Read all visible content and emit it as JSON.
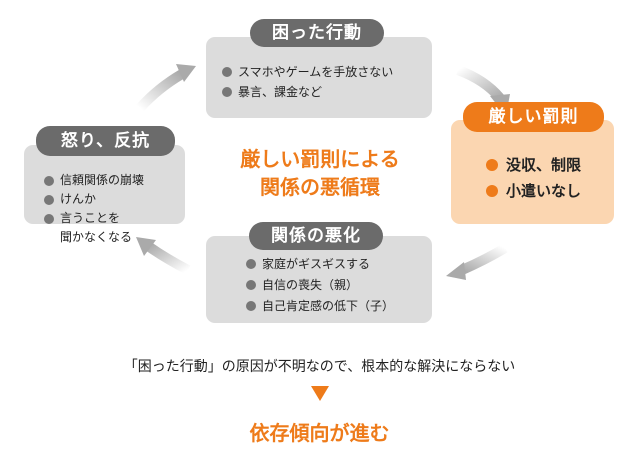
{
  "cycle_title": [
    "厳しい罰則による",
    "関係の悪循環"
  ],
  "nodes": {
    "trouble": {
      "title": "困った行動",
      "items": [
        "スマホやゲームを手放さない",
        "暴言、課金など"
      ]
    },
    "punishment": {
      "title": "厳しい罰則",
      "items": [
        "没収、制限",
        "小遣いなし"
      ]
    },
    "deterioration": {
      "title": "関係の悪化",
      "items": [
        "家庭がギスギスする",
        "自信の喪失（親）",
        "自己肯定感の低下（子）"
      ]
    },
    "anger": {
      "title": "怒り、反抗",
      "items": [
        "信頼関係の崩壊",
        "けんか",
        "言うことを\n聞かなくなる"
      ]
    }
  },
  "conclusion": {
    "cause_text": "「困った行動」の原因が不明なので、根本的な解決にならない",
    "result_text": "依存傾向が進む"
  },
  "colors": {
    "accent": "#ee7b1a",
    "accent_light": "#fbd6b1",
    "box_gray": "#dcdcdc",
    "pill_gray": "#6b6b6b"
  }
}
